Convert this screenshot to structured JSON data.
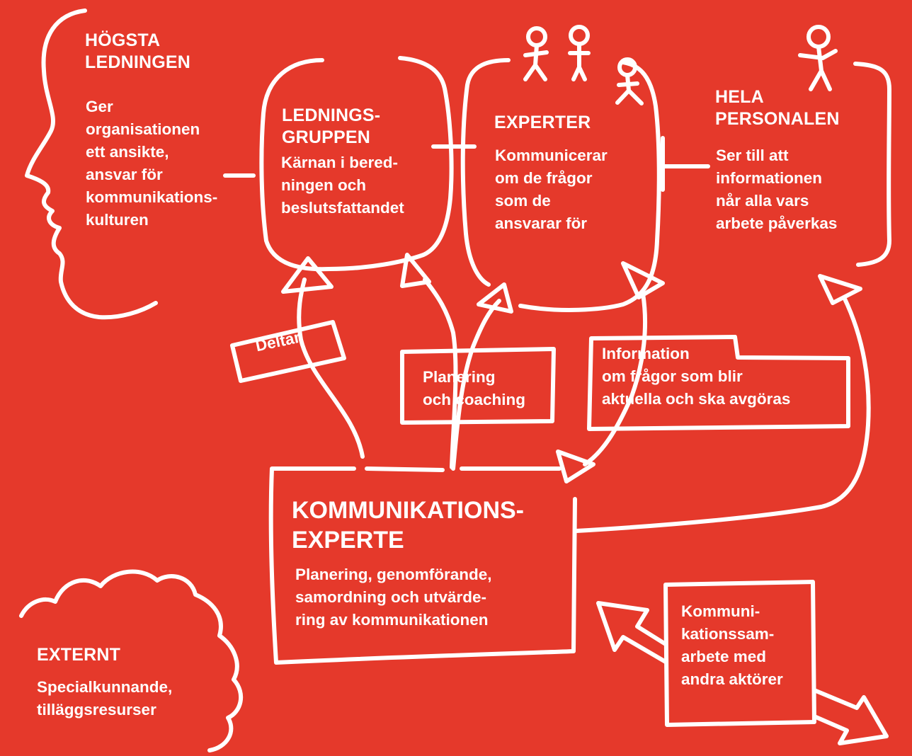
{
  "colors": {
    "background": "#e5392b",
    "ink": "#ffffff"
  },
  "icons": [
    "stick-figure-icon",
    "stick-figure-icon",
    "stick-figure-icon",
    "stick-figure-icon"
  ],
  "nodes": {
    "hogsta": {
      "title": "HÖGSTA\nLEDNINGEN",
      "text": "Ger\norganisationen\nett ansikte,\nansvar för\nkommunikations-\nkulturen"
    },
    "ledningsgruppen": {
      "title": "LEDNINGS-\nGRUPPEN",
      "text": "Kärnan i bered-\nningen och\nbeslutsfattandet"
    },
    "experter": {
      "title": "EXPERTER",
      "text": "Kommunicerar\nom de frågor\nsom de\nansvarar för"
    },
    "personalen": {
      "title": "HELA\nPERSONALEN",
      "text": "Ser till att\ninformationen\nnår alla vars\narbete påverkas"
    },
    "kommunikation": {
      "title": "KOMMUNIKATIONS-\nEXPERTE",
      "text": "Planering, genomförande,\nsamordning och utvärde-\nring av kommunikationen"
    },
    "externt": {
      "title": "EXTERNT",
      "text": "Specialkunnande,\ntilläggsresurser"
    }
  },
  "labels": {
    "deltar": "Deltar",
    "planering": "Planering\noch coaching",
    "information": "Information\nom frågor som blir\naktuella och ska avgöras",
    "samarbete": "Kommuni-\nkationssam-\narbete med\nandra aktörer"
  }
}
